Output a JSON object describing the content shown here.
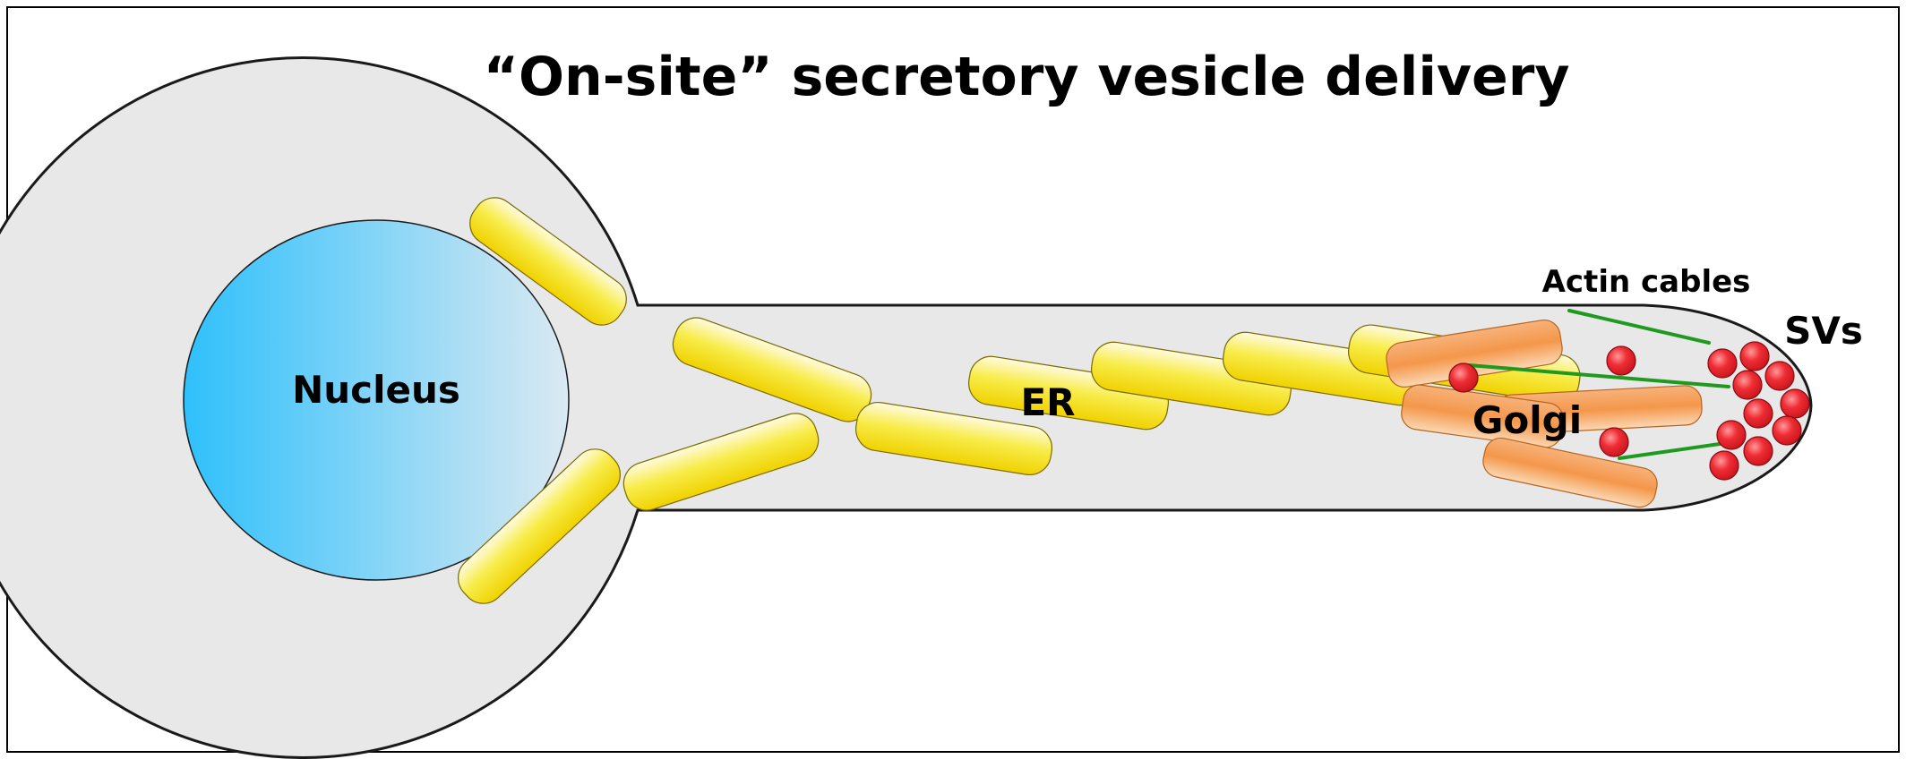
{
  "title": "“On-site” secretory vesicle delivery",
  "labels": {
    "nucleus": "Nucleus",
    "er": "ER",
    "golgi": "Golgi",
    "actin": "Actin cables",
    "svs": "SVs"
  },
  "colors": {
    "cell_fill": "#e8e8e8",
    "outline": "#1a1a1a",
    "nucleus_left": "#2ec0fb",
    "nucleus_right": "#dbe9f2",
    "er": "#f5e51e",
    "golgi": "#f49a4a",
    "vesicle": "#e8202a",
    "actin": "#1f9a1f"
  }
}
